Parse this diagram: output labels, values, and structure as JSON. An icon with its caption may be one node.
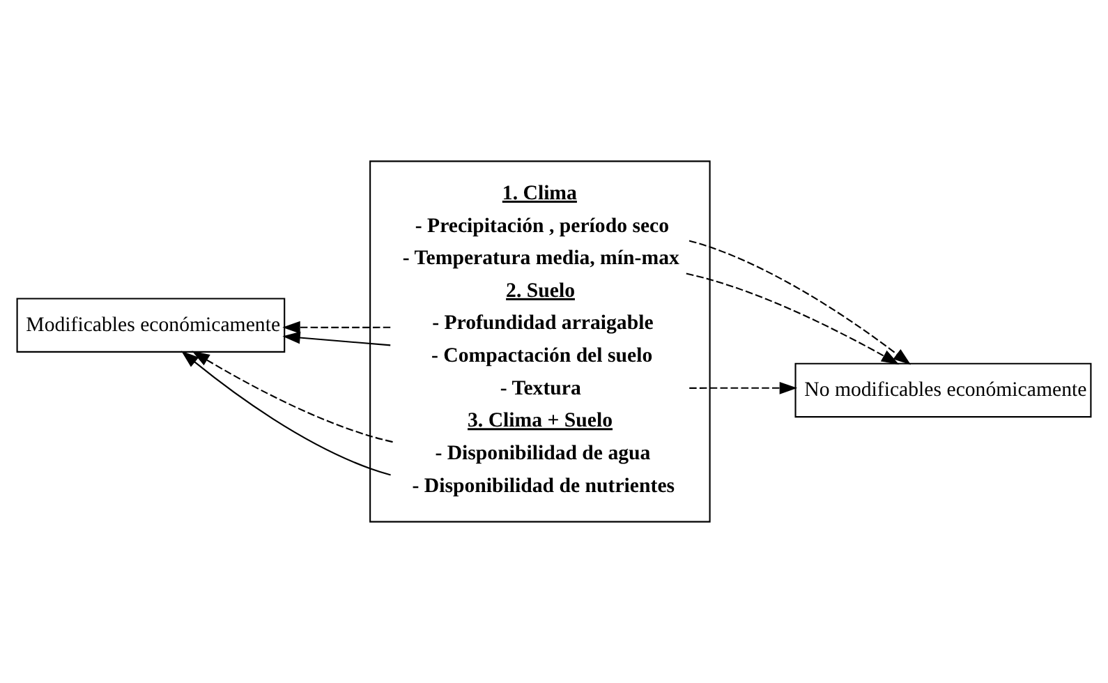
{
  "diagram": {
    "nodes": [
      {
        "text": [
          "Modificables económicamente"
        ]
      },
      {
        "text": [],
        "shape": "box"
      },
      {
        "text": [
          "1. Clima"
        ],
        "in": 1
      },
      {
        "text": [
          "- Precipitación , período seco"
        ],
        "in": 1
      },
      {
        "text": [
          "- Temperatura media, mín-max"
        ],
        "in": 1
      },
      {
        "text": [
          "2. Suelo"
        ],
        "in": 1
      },
      {
        "text": [
          "- Profundidad arraigable"
        ],
        "in": 1
      },
      {
        "text": [
          "- Compactación del suelo"
        ],
        "in": 1
      },
      {
        "text": [
          "- Textura"
        ],
        "in": 1
      },
      {
        "text": [
          "3. Clima + Suelo"
        ],
        "in": 1
      },
      {
        "text": [
          "- Disponibilidad de agua"
        ],
        "in": 1
      },
      {
        "text": [
          "- Disponibilidad de nutrientes"
        ],
        "in": 1
      },
      {
        "text": [
          "No modificables económicamente"
        ]
      }
    ],
    "edges": [
      {
        "from": 3,
        "to": 12,
        "arrow": "to",
        "style": "dashed"
      },
      {
        "from": 4,
        "to": 12,
        "arrow": "to",
        "style": "dashed"
      },
      {
        "from": 6,
        "to": 0,
        "arrow": "to",
        "style": "dashed"
      },
      {
        "from": 7,
        "to": 0,
        "arrow": "to"
      },
      {
        "from": 8,
        "to": 12,
        "arrow": "to",
        "style": "dashed"
      },
      {
        "from": 10,
        "to": 0,
        "arrow": "to",
        "style": "dashed"
      },
      {
        "from": 11,
        "to": 0,
        "arrow": "to"
      }
    ]
  }
}
